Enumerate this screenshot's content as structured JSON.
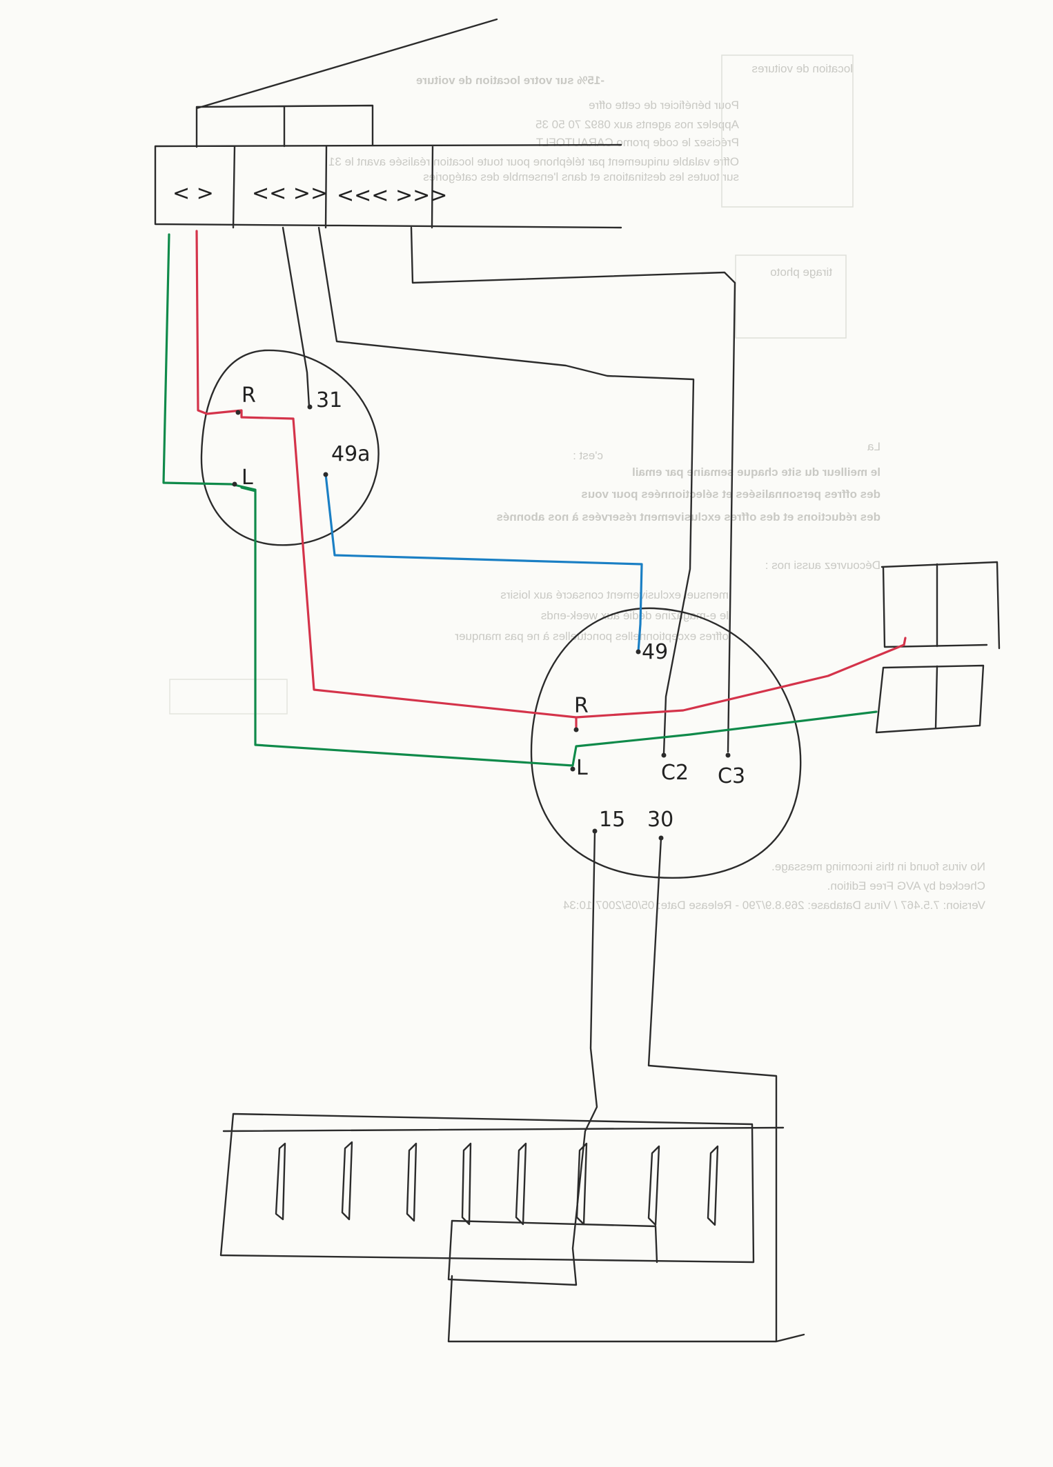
{
  "sheet": {
    "paper_color": "#fbfbf8",
    "ink_color": "#2b2b2b",
    "wire_colors": {
      "red": "#d4334a",
      "green": "#0f8a4a",
      "blue": "#1a7fc4",
      "black": "#2b2b2b"
    }
  },
  "switch_block": {
    "symbols": [
      "< >",
      "<< >>",
      "<<< >>>"
    ]
  },
  "relay_top": {
    "pins": {
      "r": "R",
      "p31": "31",
      "p49a": "49a",
      "l": "L"
    }
  },
  "relay_bottom": {
    "pins": {
      "p49": "49",
      "r": "R",
      "l": "L",
      "c2": "C2",
      "c3": "C3",
      "p15": "15",
      "p30": "30"
    }
  },
  "show_through": {
    "lines": [
      "-15% sur votre location de voiture",
      "Pour bénéficier de cette offre",
      "Appelez nos agents aux 0892 70 50 35",
      "Précisez le code promo CARAUTOFLT",
      "Offre valable uniquement par téléphone pour toute location réalisée avant le 31",
      "sur toutes les destinations et dans l'ensemble des catégories",
      "location de voitures",
      "tirage photo",
      "La",
      "c'est :",
      "le meilleur du site chaque semaine par email",
      "des offres personnalisées et sélectionnées pour vous",
      "des réductions et des offres exclusivement réservées à nos abonnés",
      "Découvrez aussi nos :",
      "mensuel exclusivement consacré aux loisirs",
      "le e-magazine dédié aux week-ends",
      "offres exceptionnelles ponctuelles à ne pas manquer",
      "No virus found in this incoming message.",
      "Checked by AVG Free Edition.",
      "Version: 7.5.467 / Virus Database: 269.8.9/790 - Release Date: 05/05/2007 10:34"
    ]
  }
}
